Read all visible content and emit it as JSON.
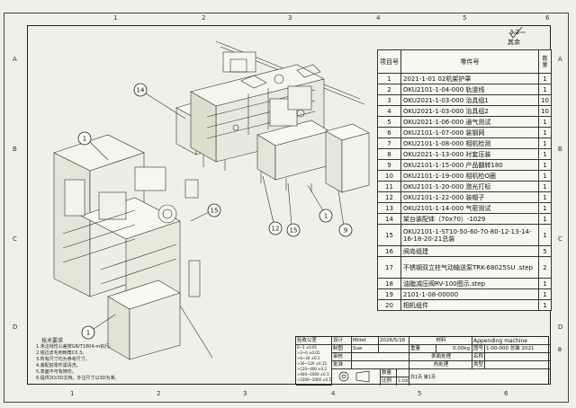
{
  "zones": {
    "top": [
      "1",
      "2",
      "3",
      "4",
      "5",
      "6"
    ],
    "bottom": [
      "1",
      "2",
      "3",
      "4",
      "5",
      "6"
    ],
    "left": [
      "A",
      "B",
      "C",
      "D"
    ],
    "right": [
      "A",
      "B",
      "C",
      "D"
    ]
  },
  "roughness": {
    "value": "3.2",
    "label": "其余"
  },
  "bom": {
    "headers": {
      "no": "项目号",
      "name": "零件号",
      "qty": "数量"
    },
    "rows": [
      {
        "no": "1",
        "name": "2021-1-01 02机架护罩",
        "qty": "1"
      },
      {
        "no": "2",
        "name": "OKU2101-1-04-000 轨道线",
        "qty": "1"
      },
      {
        "no": "3",
        "name": "OKU2021-1-03-000 治具组1",
        "qty": "10"
      },
      {
        "no": "4",
        "name": "OKU2021-1-03-000 治具组2",
        "qty": "10"
      },
      {
        "no": "5",
        "name": "OKU2021-1-06-000 通气测试",
        "qty": "1"
      },
      {
        "no": "6",
        "name": "OKU2101-1-07-000 装钢网",
        "qty": "1"
      },
      {
        "no": "7",
        "name": "OKU2101-1-08-000 相机检测",
        "qty": "1"
      },
      {
        "no": "8",
        "name": "OKU2021-1-13-000 衬套压装",
        "qty": "1"
      },
      {
        "no": "9",
        "name": "OKU2101-1-15-000 产品翻转180",
        "qty": "1"
      },
      {
        "no": "10",
        "name": "OKU2101-1-19-000 相机检O圈",
        "qty": "1"
      },
      {
        "no": "11",
        "name": "OKU2101-1-20-000 激光打标",
        "qty": "1"
      },
      {
        "no": "12",
        "name": "OKU2101-1-22-000 装帽子",
        "qty": "1"
      },
      {
        "no": "13",
        "name": "OKU2101-1-14-000 气密测试",
        "qty": "1"
      },
      {
        "no": "14",
        "name": "架台装配体（70x70）-1029",
        "qty": "1"
      },
      {
        "no": "15",
        "name": "OKU2101-1-ST10-50-60-70-80-12-13-14-16-18-20-21总装",
        "qty": "1",
        "tall": true
      },
      {
        "no": "16",
        "name": "阀岛组建",
        "qty": "5"
      },
      {
        "no": "17",
        "name": "不锈钢双立柱气动输送泵TRK-68025SU .step",
        "qty": "2",
        "tall": true
      },
      {
        "no": "18",
        "name": "油脂减压阀RV-100图示.step",
        "qty": "1"
      },
      {
        "no": "19",
        "name": "2101-1-08-00000",
        "qty": "1"
      },
      {
        "no": "20",
        "name": "相机组件",
        "qty": "1"
      }
    ]
  },
  "balloons": [
    "14",
    "1",
    "15",
    "1",
    "12",
    "15",
    "1",
    "9"
  ],
  "notes": {
    "title": "技术要求",
    "lines": [
      "1.未注线性公差按GB/T1804-m执行。",
      "2.锐边去毛刺倒角C0.3。",
      "3.所有尺寸均为参考尺寸。",
      "4.装配前零件需清洗。",
      "5.表面不可有擦伤。",
      "6.提供2D/3D文档，外注尺寸以3D为准。"
    ]
  },
  "tolerance": {
    "header": "验收公差",
    "rows": [
      "0~3 ±0.05",
      ">3~6 ±0.05",
      ">6~30 ±0.1",
      ">30~120 ±0.15",
      ">120~400 ±0.2",
      ">400~1000 ±0.3",
      ">1000~2000 ±0.5"
    ]
  },
  "title_block": {
    "design_label": "设计",
    "designer": "Millet",
    "date": "2026/5/16",
    "material_label": "材料",
    "company": "Appending machine",
    "draw_label": "制图",
    "drawer": "Sue",
    "weight_label": "重量",
    "weight": "0.00kg",
    "drawing_no_label": "图号",
    "drawing_no": "1-00-000 总装 2021",
    "check_label": "审核",
    "surface_label": "表面处理",
    "name_label": "名称",
    "approve_label": "批准",
    "heat_label": "热处理",
    "type_label": "类型",
    "qty_label": "数量",
    "scale_label": "比例",
    "scale": "1:100",
    "sheet": "共1页 第1页",
    "edge_letter": "B"
  }
}
